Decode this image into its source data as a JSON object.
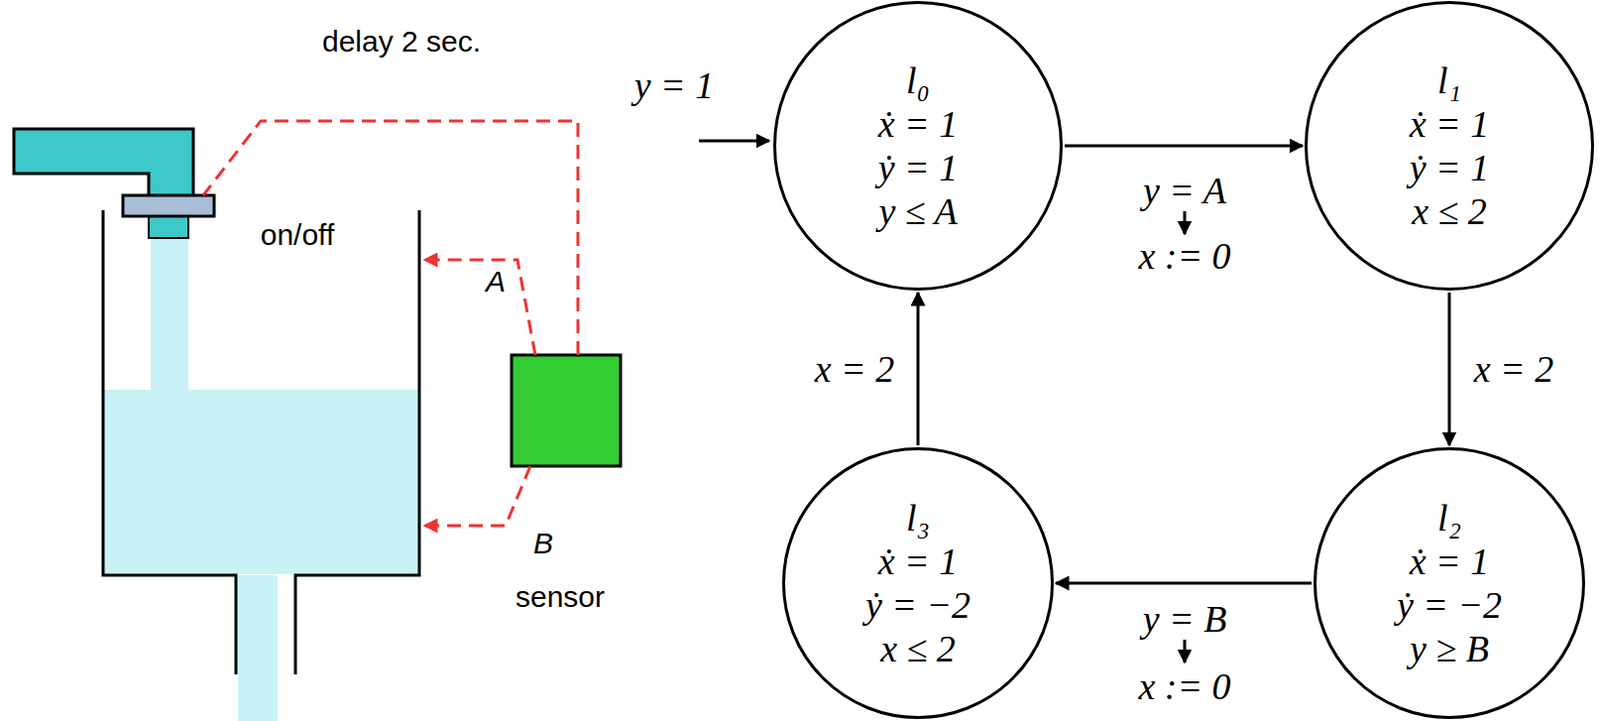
{
  "diagram": {
    "nodes": [
      {
        "text": [
          "l₀",
          "ẋ = 1",
          "ẏ = 1",
          "y ≤ A"
        ]
      },
      {
        "text": [
          "l₁",
          "ẋ = 1",
          "ẏ = 1",
          "x ≤ 2"
        ]
      },
      {
        "text": [
          "l₂",
          "ẋ = 1",
          "ẏ = −2",
          "y ≥ B"
        ]
      },
      {
        "text": [
          "l₃",
          "ẋ = 1",
          "ẏ = −2",
          "x ≤ 2"
        ]
      }
    ],
    "edges": [
      {
        "from": 0,
        "to": 1,
        "arrow": "to",
        "label": "y = A"
      },
      {
        "from": 1,
        "to": 2,
        "arrow": "to",
        "label": "x = 2"
      },
      {
        "from": 2,
        "to": 3,
        "arrow": "to",
        "label": "y = B"
      },
      {
        "from": 3,
        "to": 0,
        "arrow": "to",
        "label": "x = 2"
      }
    ],
    "labels": [
      "delay 2 sec.",
      "on/off",
      "A",
      "B",
      "sensor",
      "y = 1",
      "x := 0",
      "x := 0"
    ]
  }
}
